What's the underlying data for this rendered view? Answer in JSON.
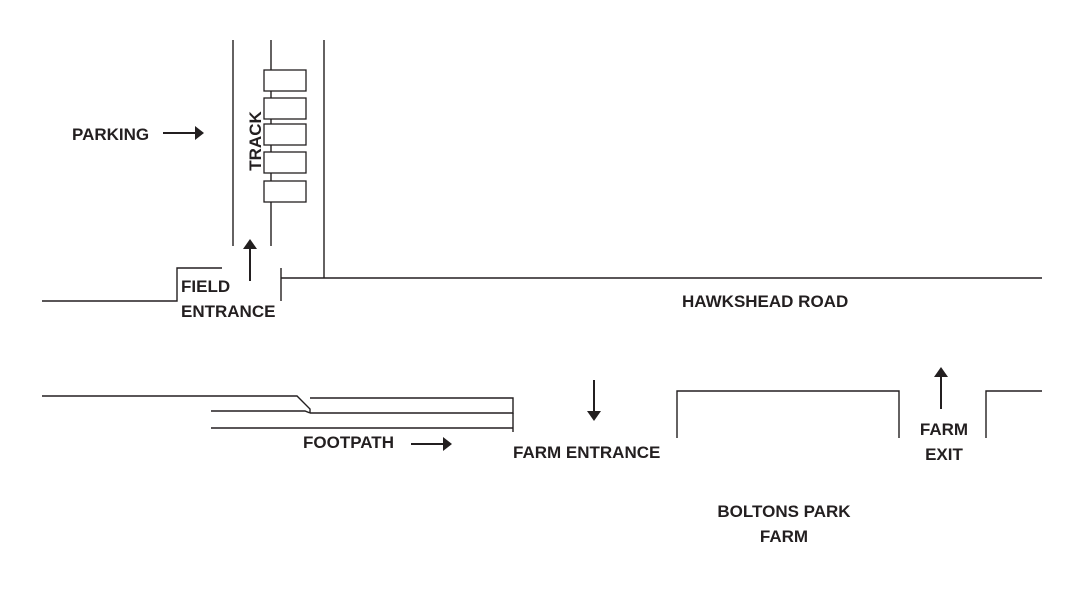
{
  "labels": {
    "parking": "PARKING",
    "track": "TRACK",
    "field_entrance_1": "FIELD",
    "field_entrance_2": "ENTRANCE",
    "road": "HAWKSHEAD ROAD",
    "footpath": "FOOTPATH",
    "farm_entrance": "FARM ENTRANCE",
    "farm_exit_1": "FARM",
    "farm_exit_2": "EXIT",
    "farm_name_1": "BOLTONS PARK",
    "farm_name_2": "FARM"
  },
  "colors": {
    "ink": "#231f20",
    "background": "#ffffff"
  }
}
